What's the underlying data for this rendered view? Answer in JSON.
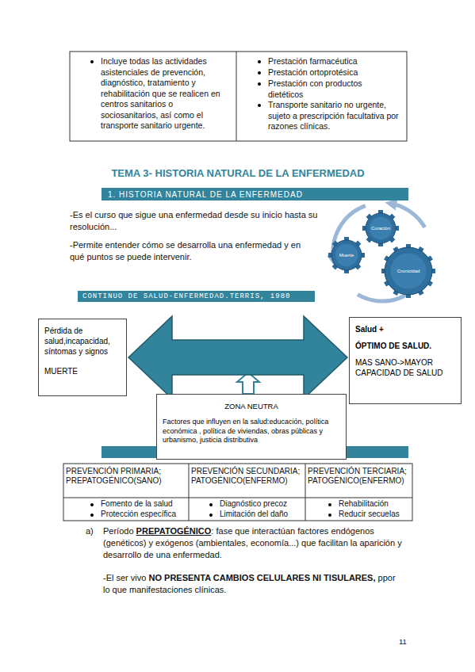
{
  "diagram": {
    "title": "TEMA 3- HISTORIA NATURAL DE LA ENFERMEDAD",
    "nodes": [
      {
        "text": [
          "1. HISTORIA NATURAL DE LA ENFERMEDAD"
        ]
      },
      {
        "text": [
          "Curación"
        ]
      },
      {
        "text": [
          "Muerte"
        ]
      },
      {
        "text": [
          "Cronicidad"
        ]
      },
      {
        "text": [
          "CONTINUO DE SALUD-ENFERMEDAD.TERRIS, 1980"
        ]
      },
      {
        "text": [
          "Pérdida de salud,incapacidad, síntomas y signos",
          "MUERTE"
        ]
      },
      {
        "text": [
          "Salud +",
          "ÓPTIMO DE SALUD.",
          "MAS SANO->MAYOR CAPACIDAD DE SALUD"
        ]
      },
      {
        "text": [
          "ZONA NEUTRA",
          "Factores que influyen en la salud:educación, política económica , política de viviendas, obras públicas y urbanismo, justicia distributiva"
        ]
      }
    ],
    "edges": [
      {
        "from": 5,
        "to": 6,
        "arrow": "both"
      }
    ],
    "labels": [
      "Incluye todas las actividades asistenciales de prevención, diagnóstico, tratamiento y rehabilitación que se realicen en centros sanitarios o sociosanitarios, así como el transporte sanitario urgente.",
      "Prestación farmacéutica",
      "Prestación ortoprotésica",
      "Prestación con productos dietéticos",
      "Transporte sanitario no urgente, sujeto a prescripción facultativa por razones clínicas.",
      "-Es el curso que sigue una enfermedad desde su inicio hasta su resolución...",
      "-Permite entender cómo se desarrolla una enfermedad y en qué puntos se puede intervenir.",
      "PREVENCIÓN PRIMARIA; PREPATOGÉNICO(SANO)",
      "PREVENCIÓN SECUNDARIA; PATOGÉNICO(ENFERMO)",
      "PREVENCIÓN TERCIARIA; PATOGÉNICO(ENFERMO)",
      "Fomento de la salud",
      "Protección específica",
      "Diagnóstico precoz",
      "Limitación del daño",
      "Rehabilitación",
      "Reducir secuelas",
      "a)",
      "Período",
      "PREPATOGÉNICO",
      ": fase que interactúan factores endógenos (genéticos) y exógenos (ambientales, economía...) que facilitan la aparición y desarrollo de una enfermedad.",
      "-El ser vivo",
      "NO PRESENTA CAMBIOS CELULARES NI TISULARES,",
      "ppor lo que manifestaciones clínicas.",
      "11"
    ]
  }
}
